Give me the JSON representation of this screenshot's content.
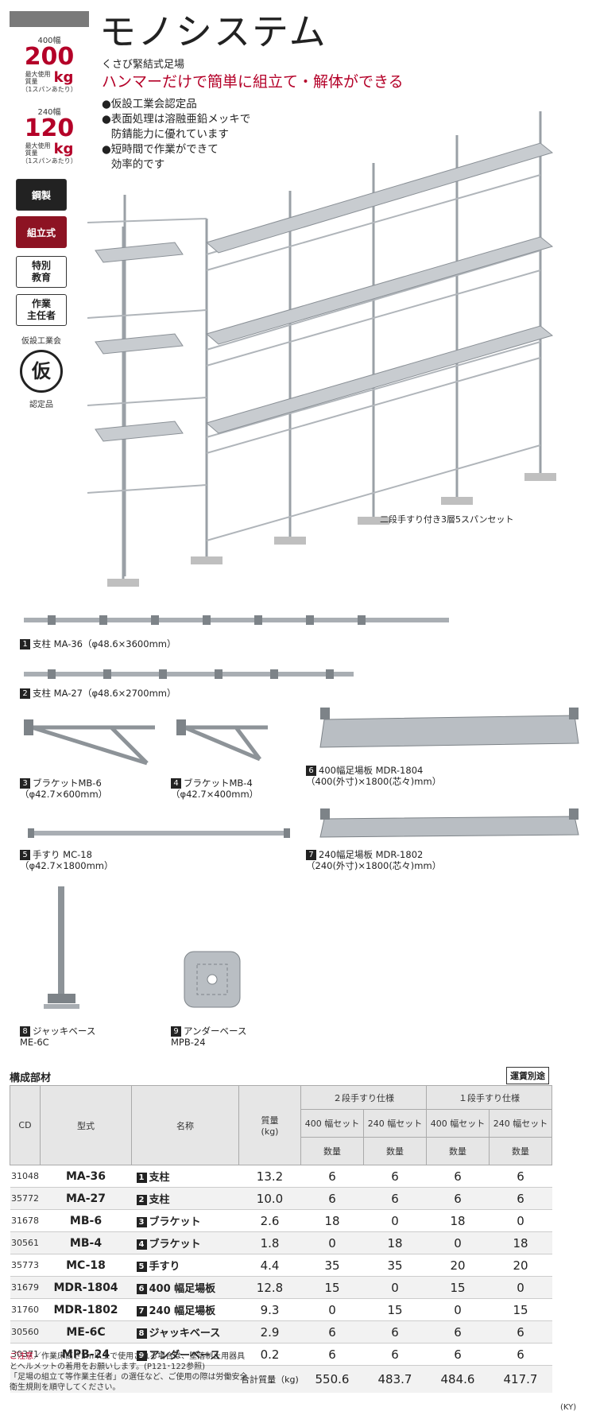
{
  "sidebar": {
    "spec1": {
      "caption": "400幅",
      "value": "200",
      "label": "最大使用\n質量",
      "unit": "kg",
      "note": "（1スパンあたり）"
    },
    "spec2": {
      "caption": "240幅",
      "value": "120",
      "label": "最大使用\n質量",
      "unit": "kg",
      "note": "（1スパンあたり）"
    },
    "tags": [
      "鋼製",
      "組立式",
      "特別\n教育",
      "作業\n主任者"
    ],
    "cert_top": "仮設工業会",
    "cert_mark": "仮",
    "cert_bottom": "認定品"
  },
  "header": {
    "title": "モノシステム",
    "subtitle": "くさび緊結式足場",
    "catch": "ハンマーだけで簡単に組立て・解体ができる",
    "bullets": [
      "仮設工業会認定品",
      "表面処理は溶融亜鉛メッキで\n防錆能力に優れています",
      "短時間で作業ができて\n効率的です"
    ]
  },
  "hero_caption": "二段手すり付き3層5スパンセット",
  "parts": [
    {
      "no": "1",
      "text": "支柱 MA-36（φ48.6×3600mm）"
    },
    {
      "no": "2",
      "text": "支柱 MA-27（φ48.6×2700mm）"
    },
    {
      "no": "3",
      "text": "ブラケットMB-6\n（φ42.7×600mm）"
    },
    {
      "no": "4",
      "text": "ブラケットMB-4\n（φ42.7×400mm）"
    },
    {
      "no": "5",
      "text": "手すり MC-18\n（φ42.7×1800mm）"
    },
    {
      "no": "6",
      "text": "400幅足場板 MDR-1804\n（400(外寸)×1800(芯々)mm）"
    },
    {
      "no": "7",
      "text": "240幅足場板 MDR-1802\n（240(外寸)×1800(芯々)mm）"
    },
    {
      "no": "8",
      "text": "ジャッキベース\nME-6C"
    },
    {
      "no": "9",
      "text": "アンダーベース\nMPB-24"
    }
  ],
  "table": {
    "section_title": "構成部材",
    "badge": "運賃別途",
    "headers": {
      "cd": "CD",
      "model": "型式",
      "name": "名称",
      "weight": "質量\n(kg)",
      "group1": "２段手すり仕様",
      "group2": "１段手すり仕様",
      "w400": "400 幅セット",
      "w240": "240 幅セット",
      "qty": "数量"
    },
    "rows": [
      {
        "cd": "31048",
        "model": "MA-36",
        "no": "1",
        "name": "支柱",
        "weight": "13.2",
        "q": [
          "6",
          "6",
          "6",
          "6"
        ]
      },
      {
        "cd": "35772",
        "model": "MA-27",
        "no": "2",
        "name": "支柱",
        "weight": "10.0",
        "q": [
          "6",
          "6",
          "6",
          "6"
        ]
      },
      {
        "cd": "31678",
        "model": "MB-6",
        "no": "3",
        "name": "ブラケット",
        "weight": "2.6",
        "q": [
          "18",
          "0",
          "18",
          "0"
        ]
      },
      {
        "cd": "30561",
        "model": "MB-4",
        "no": "4",
        "name": "ブラケット",
        "weight": "1.8",
        "q": [
          "0",
          "18",
          "0",
          "18"
        ]
      },
      {
        "cd": "35773",
        "model": "MC-18",
        "no": "5",
        "name": "手すり",
        "weight": "4.4",
        "q": [
          "35",
          "35",
          "20",
          "20"
        ]
      },
      {
        "cd": "31679",
        "model": "MDR-1804",
        "no": "6",
        "name": "400 幅足場板",
        "weight": "12.8",
        "q": [
          "15",
          "0",
          "15",
          "0"
        ]
      },
      {
        "cd": "31760",
        "model": "MDR-1802",
        "no": "7",
        "name": "240 幅足場板",
        "weight": "9.3",
        "q": [
          "0",
          "15",
          "0",
          "15"
        ]
      },
      {
        "cd": "30560",
        "model": "ME-6C",
        "no": "8",
        "name": "ジャッキベース",
        "weight": "2.9",
        "q": [
          "6",
          "6",
          "6",
          "6"
        ]
      },
      {
        "cd": "30371",
        "model": "MPB-24",
        "no": "9",
        "name": "アンダーベース",
        "weight": "0.2",
        "q": [
          "6",
          "6",
          "6",
          "6"
        ]
      }
    ],
    "total_label": "合計質量（kg)",
    "totals": [
      "550.6",
      "483.7",
      "484.6",
      "417.7"
    ]
  },
  "note": {
    "head": "ご注意",
    "body": "／作業床高さ2m以上で使用される場合は、墜落制止用器具とヘルメットの着用をお願いします。(P121･122参照)\n「足場の組立て等作業主任者」の選任など、ご使用の際は労働安全衛生規則を順守してください。"
  },
  "footer_code": "(KY)"
}
